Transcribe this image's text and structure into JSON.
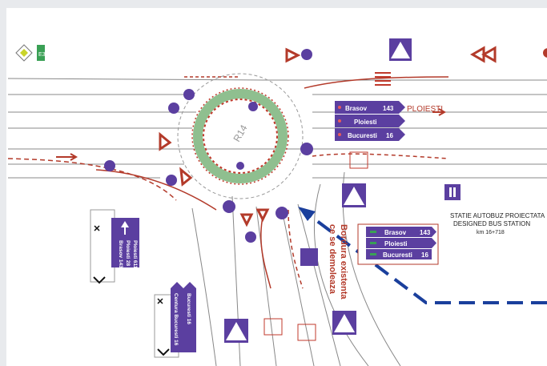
{
  "direction_sign_main": {
    "rows": [
      {
        "city": "Brasov",
        "km": "143",
        "arrow": "right"
      },
      {
        "city": "Ploiesti",
        "km": "",
        "arrow": "right"
      },
      {
        "city": "Bucuresti",
        "km": "16",
        "arrow": "right"
      }
    ],
    "destination_label": "PLOIESTI"
  },
  "direction_sign_station": {
    "rows": [
      {
        "city": "Brasov",
        "km": "143"
      },
      {
        "city": "Ploiesti",
        "km": ""
      },
      {
        "city": "Bucuresti",
        "km": "16"
      }
    ]
  },
  "vertical_sign_left": {
    "rows": [
      "Brasov 143",
      "Ploiesti 28",
      "Ploiesti 611"
    ]
  },
  "vertical_sign_bottom": {
    "rows": [
      "Centura Bucuresti 16",
      "Bucuresti 16"
    ]
  },
  "bus_station_note": {
    "line1": "STATIE AUTOBUZ PROIECTATA",
    "line2": "DESIGNED BUS STATION",
    "line3": "km 16+718"
  },
  "curb_note": {
    "line1": "Bordura existenta",
    "line2": "ce se demoleaza"
  },
  "road_code": "R14",
  "priority_sign_code": "E3",
  "colors": {
    "sign_blue": "#5b3fa0",
    "road_line": "#777777",
    "marking_red": "#b33a2a",
    "island_green": "#8fbf8f",
    "callout_blue": "#1a3f9c"
  }
}
